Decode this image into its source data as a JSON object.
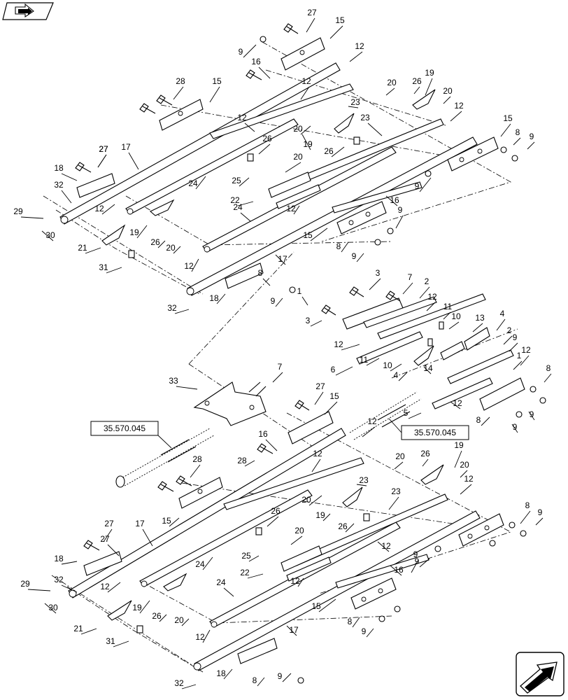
{
  "references": {
    "left": "35.570.045",
    "right": "35.570.045"
  },
  "callouts": {
    "top": [
      "27",
      "15",
      "9",
      "12",
      "16",
      "28",
      "15",
      "12",
      "20",
      "26",
      "19",
      "20",
      "23",
      "12",
      "27",
      "19",
      "20",
      "26",
      "12",
      "23",
      "15",
      "8",
      "9",
      "17",
      "27",
      "18",
      "26",
      "20",
      "25",
      "24",
      "22",
      "12",
      "9",
      "16",
      "32",
      "29",
      "12",
      "24",
      "15",
      "9",
      "30",
      "19",
      "26",
      "20",
      "8",
      "9",
      "21",
      "31",
      "12",
      "17",
      "18",
      "8",
      "9",
      "32"
    ],
    "mid": [
      "3",
      "7",
      "2",
      "1",
      "12",
      "11",
      "3",
      "10",
      "13",
      "4",
      "12",
      "11",
      "9",
      "2",
      "10",
      "12",
      "6",
      "14",
      "1",
      "8",
      "4",
      "33",
      "7",
      "5",
      "12",
      "9",
      "8",
      "9"
    ],
    "bottom": [
      "27",
      "15",
      "12",
      "16",
      "28",
      "12",
      "20",
      "26",
      "19",
      "28",
      "20",
      "23",
      "12",
      "27",
      "15",
      "23",
      "27",
      "20",
      "19",
      "26",
      "17",
      "26",
      "12",
      "18",
      "20",
      "25",
      "8",
      "9",
      "24",
      "22",
      "9",
      "32",
      "12",
      "12",
      "16",
      "29",
      "9",
      "30",
      "24",
      "15",
      "19",
      "26",
      "20",
      "8",
      "9",
      "21",
      "31",
      "12",
      "17",
      "18",
      "8",
      "9",
      "32"
    ]
  }
}
